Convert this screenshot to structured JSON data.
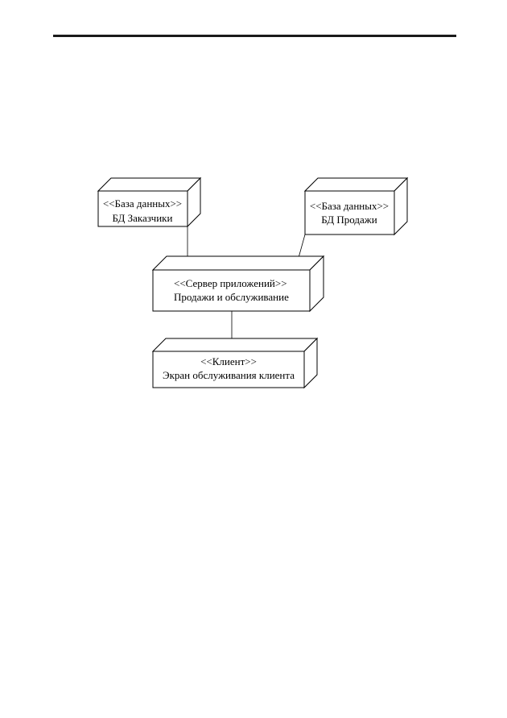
{
  "diagram": {
    "nodes": {
      "db_customers": {
        "stereotype": "<<База данных>>",
        "name": "БД Заказчики"
      },
      "db_sales": {
        "stereotype": "<<База данных>>",
        "name": "БД Продажи"
      },
      "app_server": {
        "stereotype": "<<Сервер приложений>>",
        "name": "Продажи и обслуживание"
      },
      "client": {
        "stereotype": "<<Клиент>>",
        "name": "Экран обслуживания клиента"
      }
    },
    "links": [
      {
        "from": "db_customers",
        "to": "app_server"
      },
      {
        "from": "db_sales",
        "to": "app_server"
      },
      {
        "from": "app_server",
        "to": "client"
      }
    ]
  }
}
